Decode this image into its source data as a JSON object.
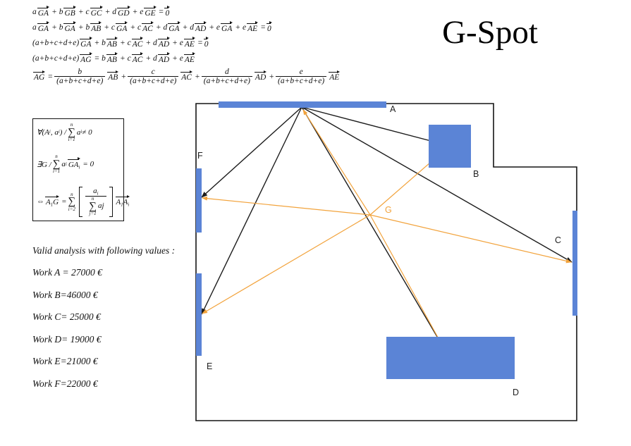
{
  "title": "G-Spot",
  "colors": {
    "block_blue": "#5b84d6",
    "arrow_orange": "#f2a33c",
    "arrow_black": "#1c1c1c"
  },
  "derivation": [
    [
      "a",
      {
        "t": "vec",
        "c": [
          "GA"
        ]
      },
      " + b",
      {
        "t": "vec",
        "c": [
          "GB"
        ]
      },
      " + c",
      {
        "t": "vec",
        "c": [
          "GC"
        ]
      },
      " + d",
      {
        "t": "vec",
        "c": [
          "GD"
        ]
      },
      " + e",
      {
        "t": "vec",
        "c": [
          "GE"
        ]
      },
      " = ",
      {
        "t": "vec",
        "c": [
          "0"
        ]
      }
    ],
    [
      "a",
      {
        "t": "vec",
        "c": [
          "GA"
        ]
      },
      " + b",
      {
        "t": "vec",
        "c": [
          "GA"
        ]
      },
      " + b",
      {
        "t": "vec",
        "c": [
          "AB"
        ]
      },
      " + c",
      {
        "t": "vec",
        "c": [
          "GA"
        ]
      },
      " + c",
      {
        "t": "vec",
        "c": [
          "AC"
        ]
      },
      " + d",
      {
        "t": "vec",
        "c": [
          "GA"
        ]
      },
      " + d",
      {
        "t": "vec",
        "c": [
          "AD"
        ]
      },
      " + e",
      {
        "t": "vec",
        "c": [
          "GA"
        ]
      },
      " + e",
      {
        "t": "vec",
        "c": [
          "AE"
        ]
      },
      " = ",
      {
        "t": "vec",
        "c": [
          "0"
        ]
      }
    ],
    [
      "(a+b+c+d+e)",
      {
        "t": "vec",
        "c": [
          "GA"
        ]
      },
      " + b",
      {
        "t": "vec",
        "c": [
          "AB"
        ]
      },
      " + c",
      {
        "t": "vec",
        "c": [
          "AC"
        ]
      },
      " + d",
      {
        "t": "vec",
        "c": [
          "AD"
        ]
      },
      " + e",
      {
        "t": "vec",
        "c": [
          "AE"
        ]
      },
      " = ",
      {
        "t": "vec",
        "c": [
          "0"
        ]
      }
    ],
    [
      "(a+b+c+d+e)",
      {
        "t": "vec",
        "c": [
          "AG"
        ]
      },
      " = b",
      {
        "t": "vec",
        "c": [
          "AB"
        ]
      },
      " + c",
      {
        "t": "vec",
        "c": [
          "AC"
        ]
      },
      " + d",
      {
        "t": "vec",
        "c": [
          "AD"
        ]
      },
      " + e",
      {
        "t": "vec",
        "c": [
          "AE"
        ]
      }
    ],
    [
      {
        "t": "vec",
        "c": [
          "AG"
        ]
      },
      " = ",
      {
        "t": "frac",
        "n": [
          "b"
        ],
        "d": [
          "(a+b+c+d+e)"
        ]
      },
      {
        "t": "vec",
        "c": [
          "AB"
        ]
      },
      " + ",
      {
        "t": "frac",
        "n": [
          "c"
        ],
        "d": [
          "(a+b+c+d+e)"
        ]
      },
      {
        "t": "vec",
        "c": [
          "AC"
        ]
      },
      " + ",
      {
        "t": "frac",
        "n": [
          "d"
        ],
        "d": [
          "(a+b+c+d+e)"
        ]
      },
      {
        "t": "vec",
        "c": [
          "AD"
        ]
      },
      " + ",
      {
        "t": "frac",
        "n": [
          "e"
        ],
        "d": [
          "(a+b+c+d+e)"
        ]
      },
      {
        "t": "vec",
        "c": [
          "AE"
        ]
      }
    ]
  ],
  "boxed": [
    [
      "∀(A",
      {
        "t": "sub",
        "v": "i"
      },
      ", a",
      {
        "t": "sub",
        "v": "i"
      },
      ") / ",
      {
        "t": "sum",
        "top": "n",
        "bot": "i=1"
      },
      "a",
      {
        "t": "sub",
        "v": "i"
      },
      " ≠ 0"
    ],
    [
      "∃G / ",
      {
        "t": "sum",
        "top": "n",
        "bot": "i=1"
      },
      "a",
      {
        "t": "sub",
        "v": "i"
      },
      {
        "t": "vec",
        "c": [
          "GA",
          {
            "t": "sub",
            "v": "i"
          }
        ]
      },
      " = 0"
    ],
    [
      "⇔ ",
      {
        "t": "vec",
        "c": [
          "A",
          {
            "t": "sub",
            "v": "1"
          },
          "G"
        ]
      },
      " = ",
      {
        "t": "sum",
        "top": "n",
        "bot": "i=2"
      },
      {
        "t": "brk",
        "c": [
          {
            "t": "frac",
            "n": [
              "a",
              {
                "t": "sub",
                "v": "i"
              }
            ],
            "d": [
              {
                "t": "sum",
                "top": "n",
                "bot": "j=1"
              },
              "aj"
            ]
          }
        ]
      },
      {
        "t": "vec",
        "c": [
          "A",
          {
            "t": "sub",
            "v": "1"
          },
          "A",
          {
            "t": "sub",
            "v": "i"
          }
        ]
      }
    ]
  ],
  "analysis": {
    "heading": "Valid analysis with following values :",
    "items": [
      "Work A = 27000 €",
      "Work B=46000 €",
      "Work C= 25000 €",
      "Work D= 19000 €",
      "Work E=21000 €",
      "Work F=22000 €"
    ]
  },
  "plan": {
    "labels": {
      "a": "A",
      "b": "B",
      "c": "C",
      "d": "D",
      "e": "E",
      "f": "F",
      "g": "G"
    }
  }
}
